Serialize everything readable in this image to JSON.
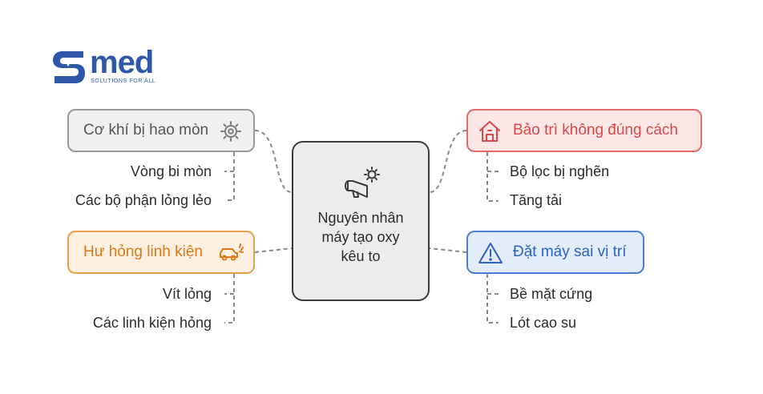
{
  "logo": {
    "wordmark": "med",
    "tagline": "SOLUTIONS FOR ALL"
  },
  "center": {
    "label": "Nguyên nhân máy tạo oxy kêu to"
  },
  "branches": [
    {
      "label": "Cơ khí bị hao mòn",
      "icon": "gear-icon",
      "color": "#9a9a9a",
      "bg": "#f0f0f0",
      "text_color": "#555555",
      "leaves": [
        "Vòng bi mòn",
        "Các bộ phận lỏng lẻo"
      ]
    },
    {
      "label": "Hư hỏng linh kiện",
      "icon": "broken-car-icon",
      "color": "#e8a04a",
      "bg": "#fdf0e0",
      "text_color": "#d97a18",
      "leaves": [
        "Vít lỏng",
        "Các linh kiện hỏng"
      ]
    },
    {
      "label": "Bảo trì không đúng cách",
      "icon": "house-repair-icon",
      "color": "#e06a6a",
      "bg": "#fde6e6",
      "text_color": "#d94848",
      "leaves": [
        "Bộ lọc bị nghẽn",
        "Tăng tải"
      ]
    },
    {
      "label": "Đặt máy sai vị trí",
      "icon": "warning-icon",
      "color": "#4a7fd4",
      "bg": "#e3ecfb",
      "text_color": "#2f63c2",
      "leaves": [
        "Bề mặt cứng",
        "Lót cao su"
      ]
    }
  ]
}
